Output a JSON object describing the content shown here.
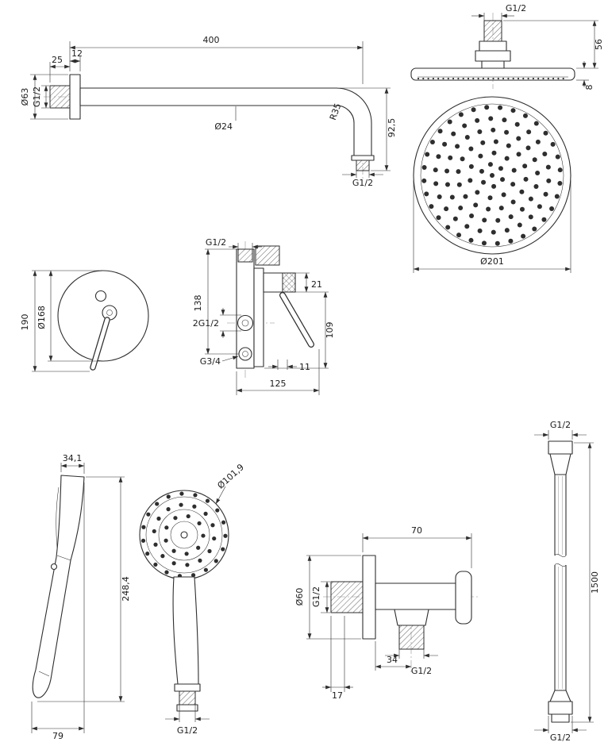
{
  "page": {
    "background": "#ffffff",
    "line_color": "#2e2e2e"
  },
  "views": {
    "shower_arm": {
      "dim_length": "400",
      "dim_offset": "25",
      "dim_flange_width": "12",
      "dim_flange_diameter": "Ø63",
      "dim_wall_thread": "G1/2",
      "dim_tube_diameter": "Ø24",
      "dim_bend_radius": "R35",
      "dim_drop": "92,5",
      "dim_outlet_thread": "G1/2"
    },
    "head_side": {
      "dim_thread": "G1/2",
      "dim_height": "56",
      "dim_thickness": "8"
    },
    "head_front": {
      "dim_diameter": "Ø201"
    },
    "mixer_front": {
      "dim_height": "190",
      "dim_diameter": "Ø168"
    },
    "mixer_side": {
      "dim_top_thread": "G1/2",
      "dim_height": "138",
      "dim_knob": "21",
      "dim_outlets": "2G1/2",
      "dim_handle_drop": "109",
      "dim_bottom_thread": "G3/4",
      "dim_offset": "11",
      "dim_depth": "125"
    },
    "handshower_side": {
      "dim_head_width": "34,1",
      "dim_length": "248,4",
      "dim_base": "79"
    },
    "handshower_front": {
      "dim_diameter": "Ø101,9",
      "dim_thread": "G1/2"
    },
    "elbow": {
      "dim_width": "70",
      "dim_flange_diameter": "Ø60",
      "dim_inlet_thread": "G1/2",
      "dim_outlet_offset": "34",
      "dim_outlet_thread": "G1/2",
      "dim_plate": "17"
    },
    "hose": {
      "dim_top_thread": "G1/2",
      "dim_length": "1500",
      "dim_bottom_thread": "G1/2"
    }
  }
}
